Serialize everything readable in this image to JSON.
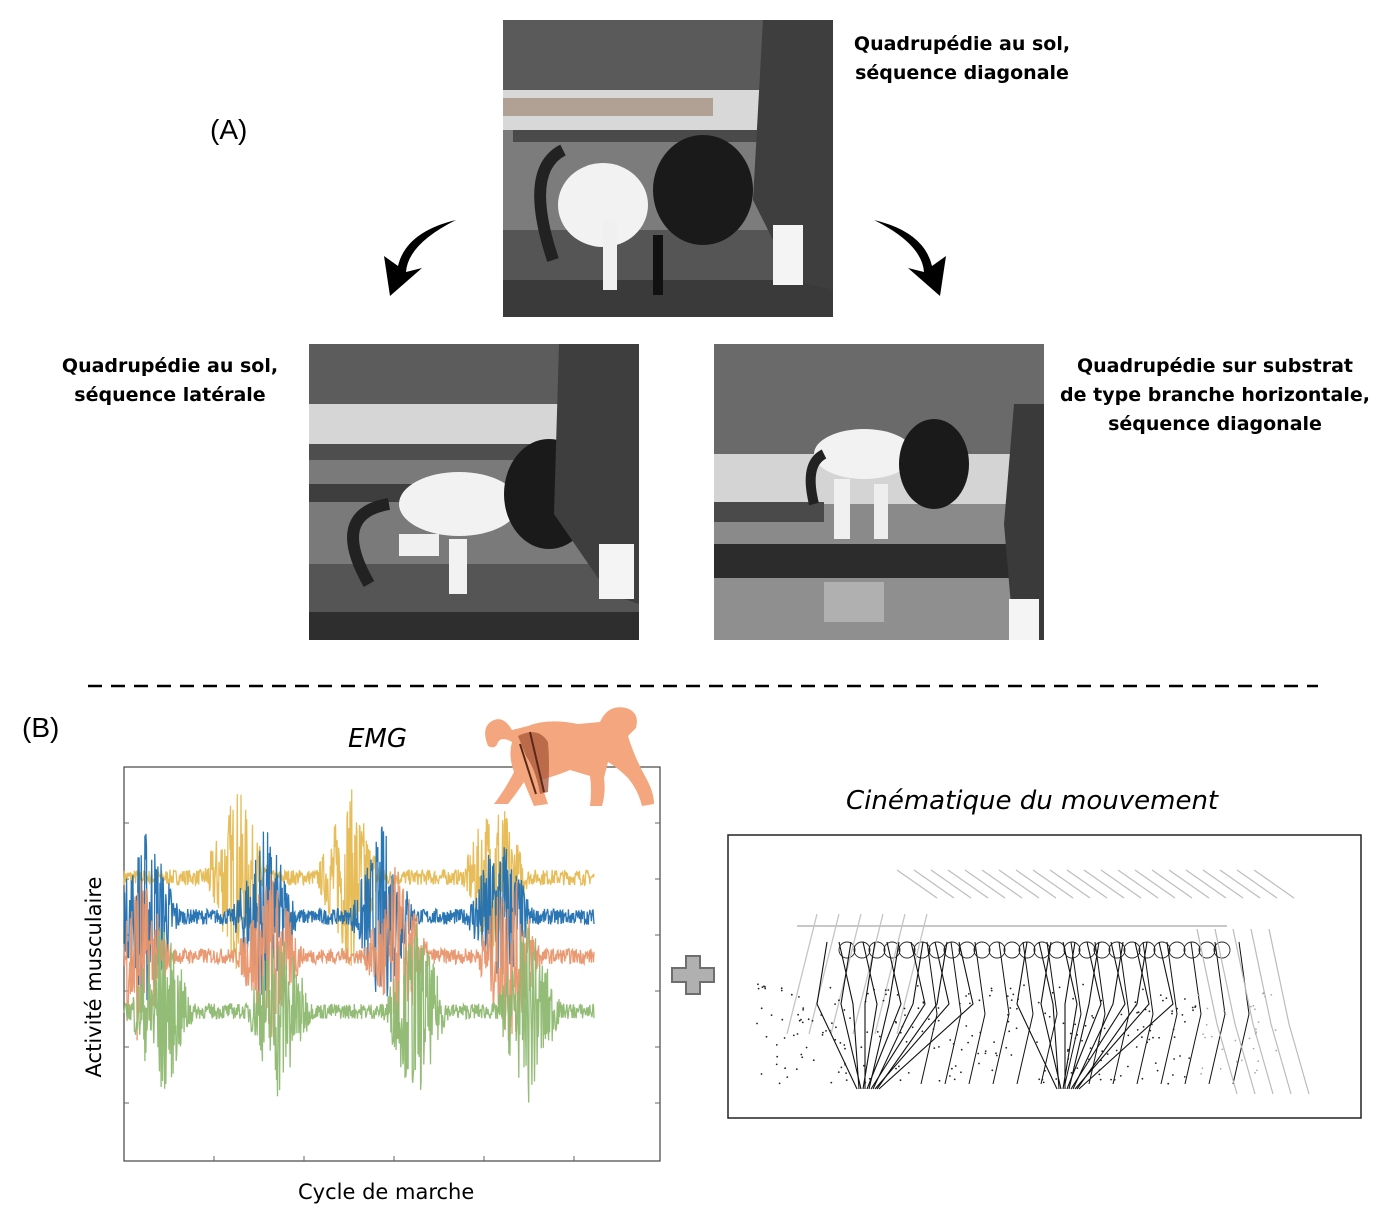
{
  "panel_a": {
    "label": "(A)",
    "captions": {
      "top": "Quadrupédie au sol,\nséquence diagonale",
      "left": "Quadrupédie au sol,\nséquence latérale",
      "right": "Quadrupédie sur substrat\nde type branche horizontale,\nséquence diagonale"
    }
  },
  "panel_b": {
    "label": "(B)",
    "emg_title": "EMG",
    "emg_xlabel": "Cycle de marche",
    "emg_ylabel": "Activité musculaire",
    "kinematics_title": "Cinématique du mouvement",
    "colors": {
      "yellow": "#e6b950",
      "blue": "#1f6eb0",
      "orange": "#e8956b",
      "green": "#8db870",
      "baboon": "#f4a77e"
    }
  },
  "chart_data": {
    "type": "line",
    "title": "EMG",
    "xlabel": "Cycle de marche",
    "ylabel": "Activité musculaire",
    "series": [
      {
        "color": "#e6b950",
        "baseline": 0.72,
        "bursts": [
          0.24,
          0.48,
          0.79
        ]
      },
      {
        "color": "#1f6eb0",
        "baseline": 0.62,
        "bursts": [
          0.05,
          0.3,
          0.55,
          0.8
        ]
      },
      {
        "color": "#e8956b",
        "baseline": 0.52,
        "bursts": [
          0.03,
          0.31,
          0.58,
          0.82
        ]
      },
      {
        "color": "#8db870",
        "baseline": 0.38,
        "bursts": [
          0.08,
          0.33,
          0.62,
          0.86
        ]
      }
    ]
  }
}
